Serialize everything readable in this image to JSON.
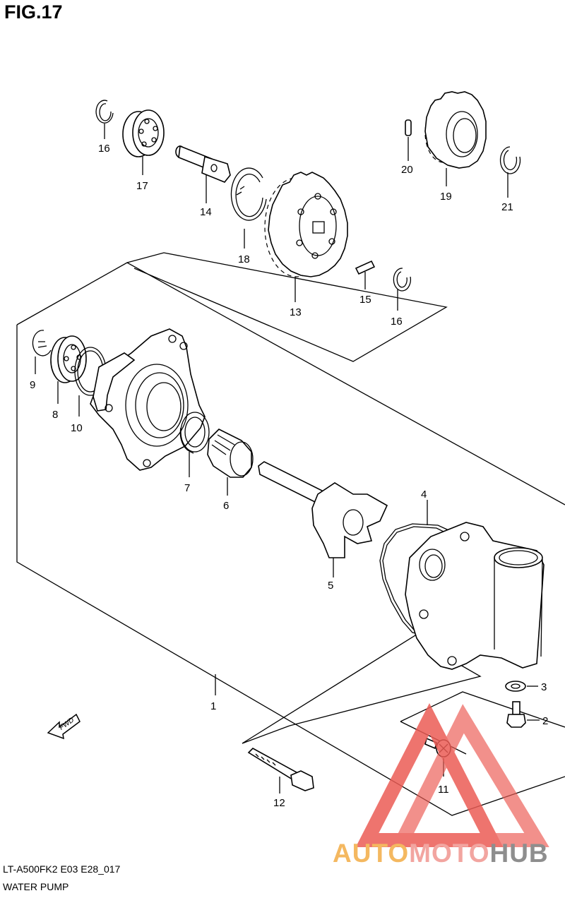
{
  "figure": {
    "title": "FIG.17"
  },
  "footer": {
    "model_code": "LT-A500FK2 E03 E28_017",
    "section_name": "WATER PUMP"
  },
  "direction_marker": {
    "text": "FWD"
  },
  "watermark": {
    "part1": "AUTO",
    "part2": "MOTO",
    "part3": "HUB"
  },
  "callouts": {
    "c16a": "16",
    "c17": "17",
    "c14": "14",
    "c18": "18",
    "c13": "13",
    "c20": "20",
    "c19": "19",
    "c21": "21",
    "c15": "15",
    "c16b": "16",
    "c9": "9",
    "c8": "8",
    "c10": "10",
    "c7": "7",
    "c6": "6",
    "c5": "5",
    "c4": "4",
    "c1": "1",
    "c3": "3",
    "c2": "2",
    "c11": "11",
    "c12": "12"
  }
}
